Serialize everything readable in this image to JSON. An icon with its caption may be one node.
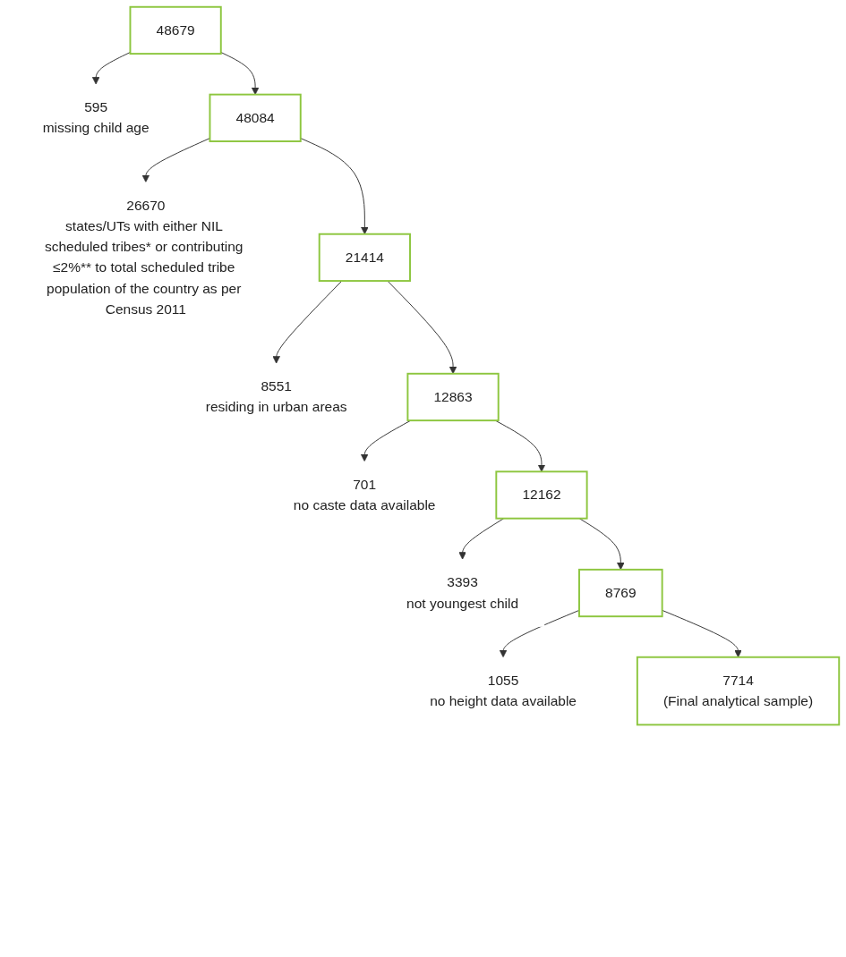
{
  "diagram": {
    "nodes": [
      {
        "text": [
          "48679"
        ]
      },
      {
        "text": [
          "595",
          "missing child age"
        ]
      },
      {
        "text": [
          "48084"
        ]
      },
      {
        "text": [
          "26670",
          "states/UTs with either NIL scheduled tribes* or contributing ≤2%** to total scheduled tribe population of the country as per Census 2011"
        ]
      },
      {
        "text": [
          "21414"
        ]
      },
      {
        "text": [
          "8551",
          "residing in urban areas"
        ]
      },
      {
        "text": [
          "12863"
        ]
      },
      {
        "text": [
          "701",
          "no caste data available"
        ]
      },
      {
        "text": [
          "12162"
        ]
      },
      {
        "text": [
          "3393",
          "not youngest child"
        ]
      },
      {
        "text": [
          "8769"
        ]
      },
      {
        "text": [
          "1055",
          "no height data available"
        ]
      },
      {
        "text": [
          "7714",
          "(Final analytical sample)"
        ]
      }
    ],
    "edges": [
      {
        "from": 0,
        "to": 1,
        "arrow": "to"
      },
      {
        "from": 0,
        "to": 2,
        "arrow": "to"
      },
      {
        "from": 2,
        "to": 3,
        "arrow": "to"
      },
      {
        "from": 2,
        "to": 4,
        "arrow": "to"
      },
      {
        "from": 4,
        "to": 5,
        "arrow": "to"
      },
      {
        "from": 4,
        "to": 6,
        "arrow": "to"
      },
      {
        "from": 6,
        "to": 7,
        "arrow": "to"
      },
      {
        "from": 6,
        "to": 8,
        "arrow": "to"
      },
      {
        "from": 8,
        "to": 9,
        "arrow": "to"
      },
      {
        "from": 8,
        "to": 10,
        "arrow": "to"
      },
      {
        "from": 10,
        "to": 11,
        "arrow": "to"
      },
      {
        "from": 10,
        "to": 12,
        "arrow": "to"
      }
    ]
  }
}
